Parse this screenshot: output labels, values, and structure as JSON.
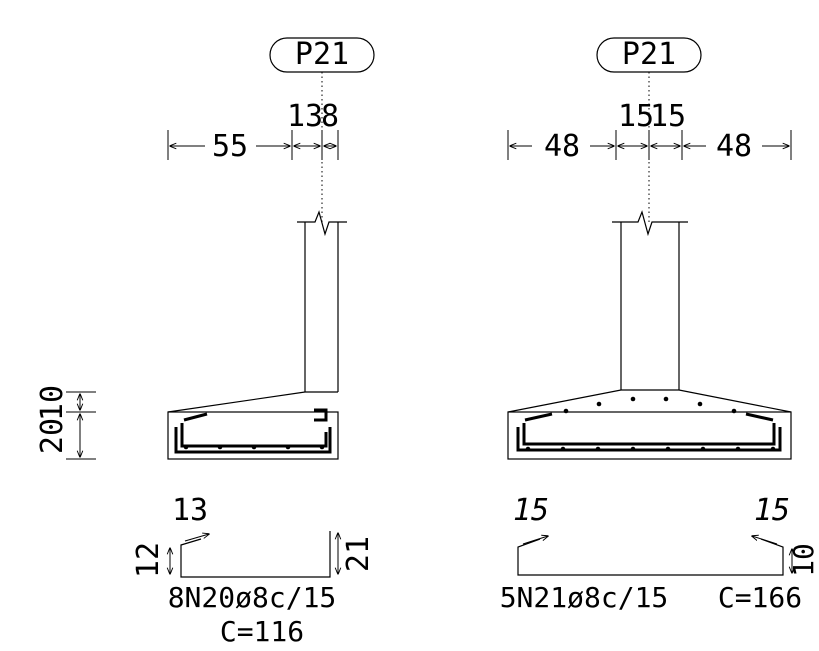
{
  "left_detail": {
    "column_tag": "P21",
    "dim_left": "55",
    "dim_right_a": "13",
    "dim_right_b": "8",
    "height_total": "20",
    "height_upper": "10",
    "bar_hook_left": "13",
    "bar_leg_left": "12",
    "bar_leg_right": "21",
    "bar_spec": "8N20ø8c/15",
    "bar_length": "C=116"
  },
  "right_detail": {
    "column_tag": "P21",
    "dim_left": "48",
    "dim_mid_a": "15",
    "dim_mid_b": "15",
    "dim_right": "48",
    "bar_hook_left": "15",
    "bar_hook_right": "15",
    "bar_leg_right": "10",
    "bar_spec": "5N21ø8c/15",
    "bar_length": "C=166"
  }
}
